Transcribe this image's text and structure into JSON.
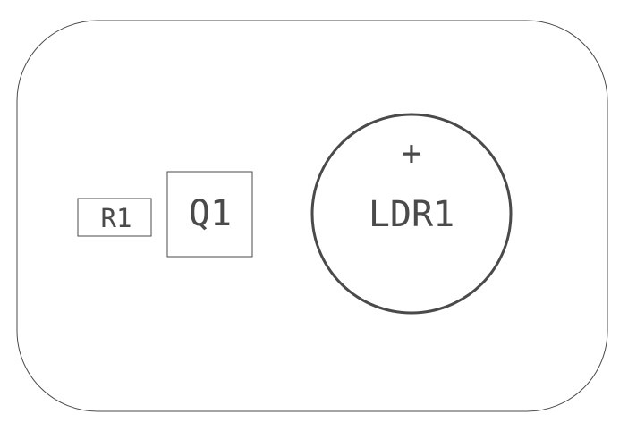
{
  "components": {
    "r1": {
      "designator": "R1"
    },
    "q1": {
      "designator": "Q1"
    },
    "ldr1": {
      "designator": "LDR1",
      "polarity_mark": "+"
    }
  },
  "colors": {
    "background": "#ffffff",
    "silkscreen": "#4a4a4a"
  }
}
